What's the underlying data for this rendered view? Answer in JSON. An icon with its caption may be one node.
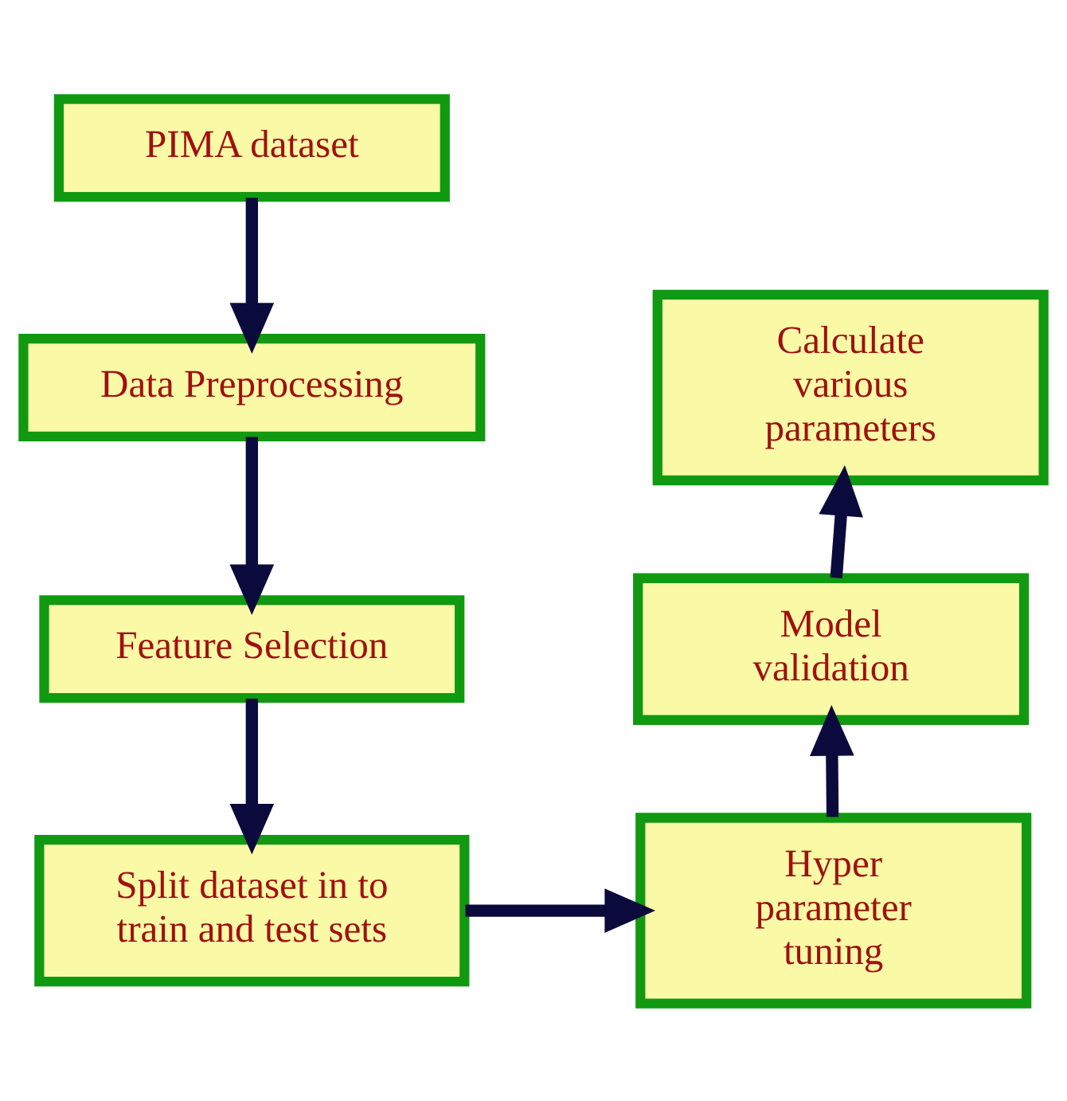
{
  "diagram": {
    "nodes": [
      {
        "text": [
          "PIMA dataset"
        ]
      },
      {
        "text": [
          "Data Preprocessing"
        ]
      },
      {
        "text": [
          "Feature Selection"
        ]
      },
      {
        "text": [
          "Split dataset in to train and test sets"
        ]
      },
      {
        "text": [
          "Hyper parameter tuning"
        ]
      },
      {
        "text": [
          "Model validation"
        ]
      },
      {
        "text": [
          "Calculate various parameters"
        ]
      }
    ],
    "edges": [
      {
        "from": 0,
        "to": 1,
        "arrow": "to"
      },
      {
        "from": 1,
        "to": 2,
        "arrow": "to"
      },
      {
        "from": 2,
        "to": 3,
        "arrow": "to"
      },
      {
        "from": 3,
        "to": 4,
        "arrow": "to"
      },
      {
        "from": 4,
        "to": 5,
        "arrow": "to"
      },
      {
        "from": 5,
        "to": 6,
        "arrow": "to"
      }
    ]
  }
}
